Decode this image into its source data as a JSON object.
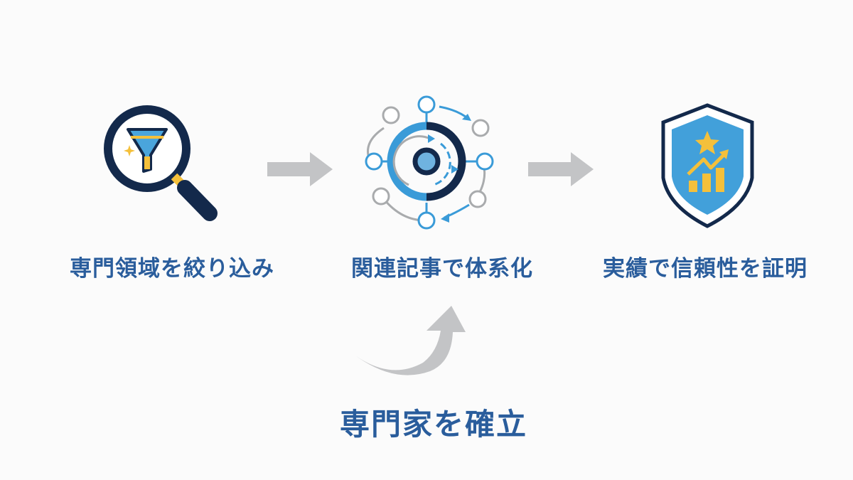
{
  "steps": [
    {
      "label": "専門領域を絞り込み",
      "icon": "magnifier-funnel-icon"
    },
    {
      "label": "関連記事で体系化",
      "icon": "network-cycle-icon"
    },
    {
      "label": "実績で信頼性を証明",
      "icon": "shield-chart-icon"
    }
  ],
  "result": {
    "label": "専門家を確立",
    "icon": "curved-up-arrow-icon"
  },
  "colors": {
    "navy": "#13294b",
    "blue": "#3a9bd8",
    "gold": "#f4c03b",
    "gray": "#a9abad",
    "text": "#2a5d9c",
    "arrow": "#c3c4c6"
  }
}
